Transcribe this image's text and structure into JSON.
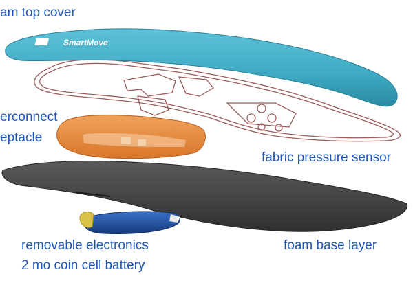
{
  "labels": {
    "foam_top_cover": "am top cover",
    "interconnect_line1": "erconnect",
    "interconnect_line2": "eptacle",
    "fabric_pressure_sensor": "fabric pressure sensor",
    "foam_base_layer": "foam base layer",
    "electronics_line1": "removable electronics",
    "electronics_line2": "2 mo coin cell battery"
  },
  "logo": {
    "brand": "SmartMove"
  },
  "colors": {
    "label_text": "#1f57b8",
    "top_cover": "#3ea9c2",
    "sensor_outline": "#9c5a5a",
    "receptacle": "#e2883d",
    "base_layer": "#4a4a4c",
    "electronics_shell": "#1e4fa0",
    "electronics_clip": "#d9c24a"
  }
}
